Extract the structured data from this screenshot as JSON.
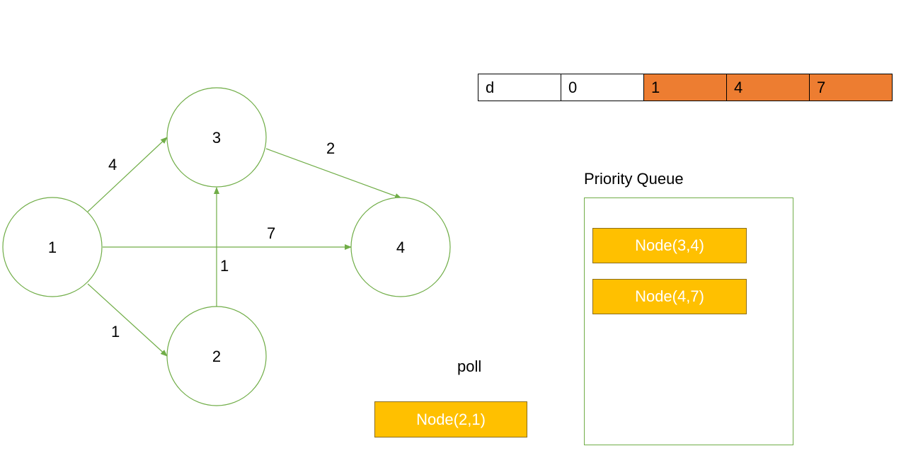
{
  "graph": {
    "nodes": [
      {
        "id": "1",
        "label": "1"
      },
      {
        "id": "2",
        "label": "2"
      },
      {
        "id": "3",
        "label": "3"
      },
      {
        "id": "4",
        "label": "4"
      }
    ],
    "edges": [
      {
        "from": "1",
        "to": "3",
        "weight": "4"
      },
      {
        "from": "1",
        "to": "2",
        "weight": "1"
      },
      {
        "from": "1",
        "to": "4",
        "weight": "7"
      },
      {
        "from": "2",
        "to": "3",
        "weight": "1"
      },
      {
        "from": "3",
        "to": "4",
        "weight": "2"
      }
    ],
    "colors": {
      "stroke": "#70ad47",
      "node_fill": "#ffffff"
    }
  },
  "distance_table": {
    "header": "d",
    "values": [
      "0",
      "1",
      "4",
      "7"
    ],
    "highlight_color": "#ed7d31"
  },
  "priority_queue": {
    "title": "Priority Queue",
    "items": [
      "Node(3,4)",
      "Node(4,7)"
    ],
    "item_color": "#ffc000"
  },
  "poll": {
    "label": "poll",
    "node": "Node(2,1)"
  }
}
